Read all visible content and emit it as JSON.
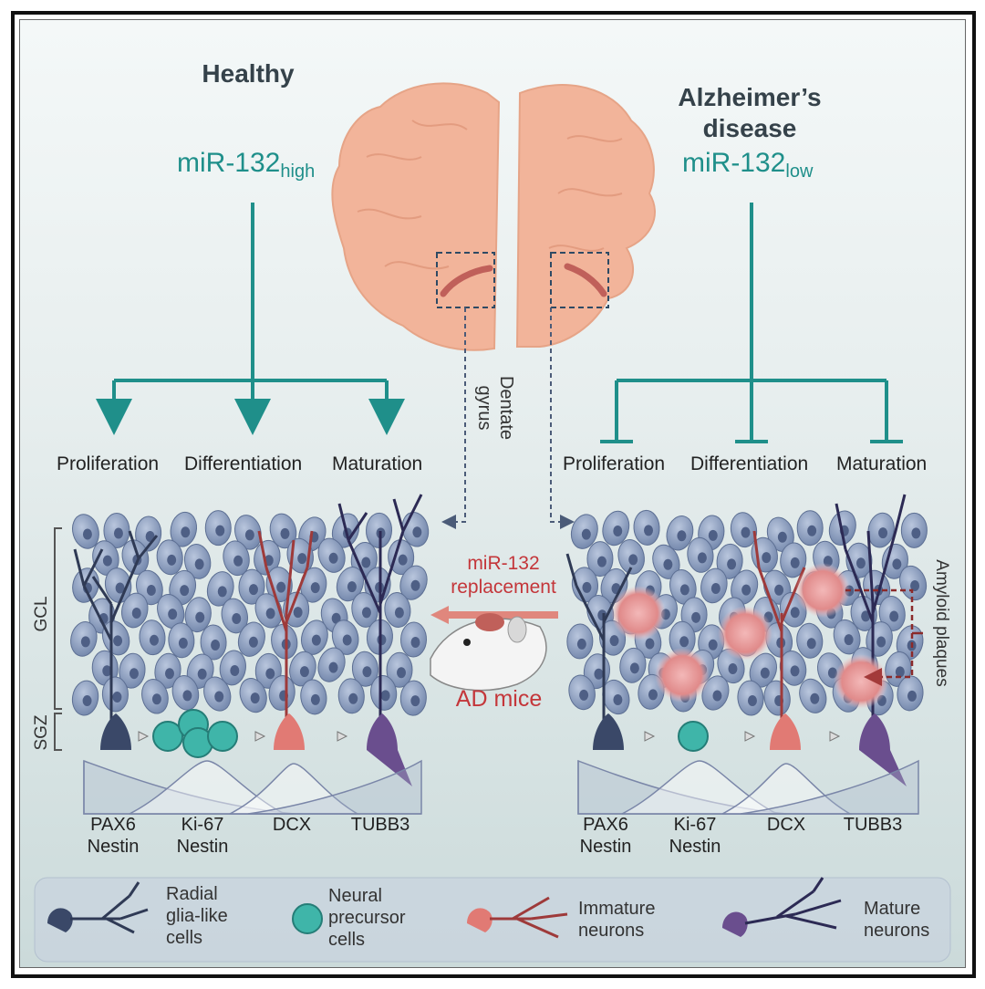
{
  "headers": {
    "healthy": "Healthy",
    "ad_line1": "Alzheimer’s",
    "ad_line2": "disease"
  },
  "mirna": {
    "left_base": "miR-132",
    "left_sub": "high",
    "right_base": "miR-132",
    "right_sub": "low"
  },
  "processes": {
    "left": [
      "Proliferation",
      "Differentiation",
      "Maturation"
    ],
    "right": [
      "Proliferation",
      "Differentiation",
      "Maturation"
    ]
  },
  "center": {
    "dg_line1": "Dentate",
    "dg_line2": "gyrus",
    "replacement_line1": "miR-132",
    "replacement_line2": "replacement",
    "mice": "AD mice"
  },
  "zones": {
    "gcl": "GCL",
    "sgz": "SGZ"
  },
  "amyloid": "Amyloid plaques",
  "markers": {
    "left": [
      {
        "line1": "PAX6",
        "line2": "Nestin"
      },
      {
        "line1": "Ki-67",
        "line2": "Nestin"
      },
      {
        "line1": "DCX",
        "line2": ""
      },
      {
        "line1": "TUBB3",
        "line2": ""
      }
    ],
    "right": [
      {
        "line1": "PAX6",
        "line2": "Nestin"
      },
      {
        "line1": "Ki-67",
        "line2": "Nestin"
      },
      {
        "line1": "DCX",
        "line2": ""
      },
      {
        "line1": "TUBB3",
        "line2": ""
      }
    ]
  },
  "legend": {
    "radial": [
      "Radial",
      "glia-like",
      "cells"
    ],
    "precursor": [
      "Neural",
      "precursor",
      "cells"
    ],
    "immature": [
      "Immature",
      "neurons"
    ],
    "mature": [
      "Mature",
      "neurons"
    ]
  },
  "colors": {
    "teal": "#1f8f8a",
    "brain": "#f2b49a",
    "cell": "#8a9bbd",
    "radial": "#2f3a55",
    "precursor": "#3fb5a9",
    "immature": "#e17a74",
    "mature": "#6a4e8e",
    "plaque": "#e28d8d",
    "red": "#c4363a"
  }
}
